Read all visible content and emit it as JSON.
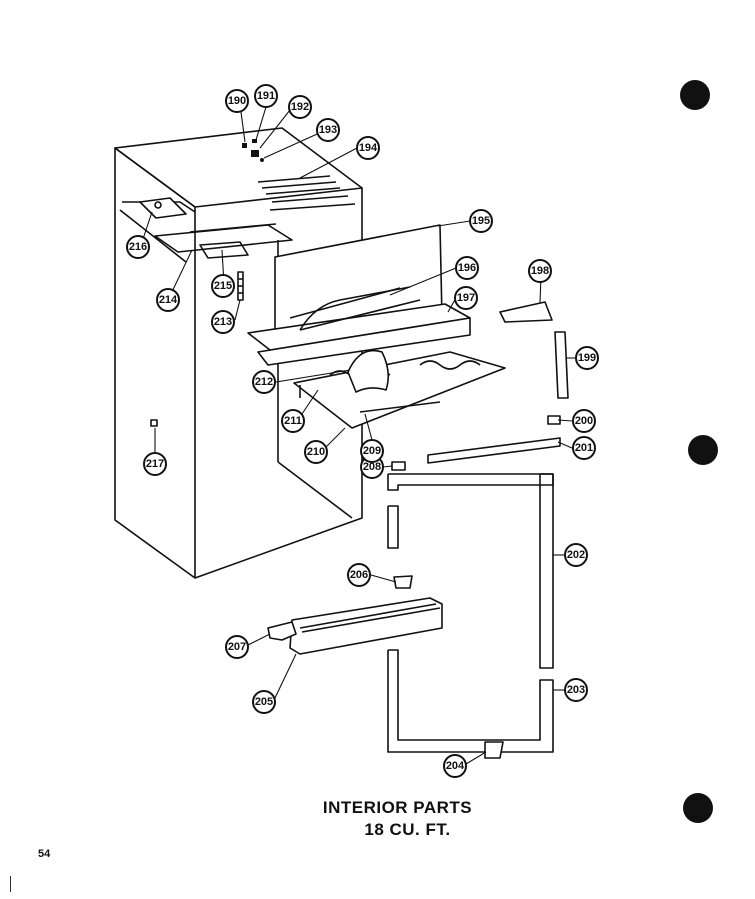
{
  "title": {
    "line1": "INTERIOR PARTS",
    "line2": "18 CU. FT."
  },
  "page_number": "54",
  "callouts": [
    "190",
    "191",
    "192",
    "193",
    "194",
    "195",
    "196",
    "197",
    "198",
    "199",
    "200",
    "201",
    "202",
    "203",
    "204",
    "205",
    "206",
    "207",
    "208",
    "209",
    "210",
    "211",
    "212",
    "213",
    "214",
    "215",
    "216",
    "217"
  ]
}
